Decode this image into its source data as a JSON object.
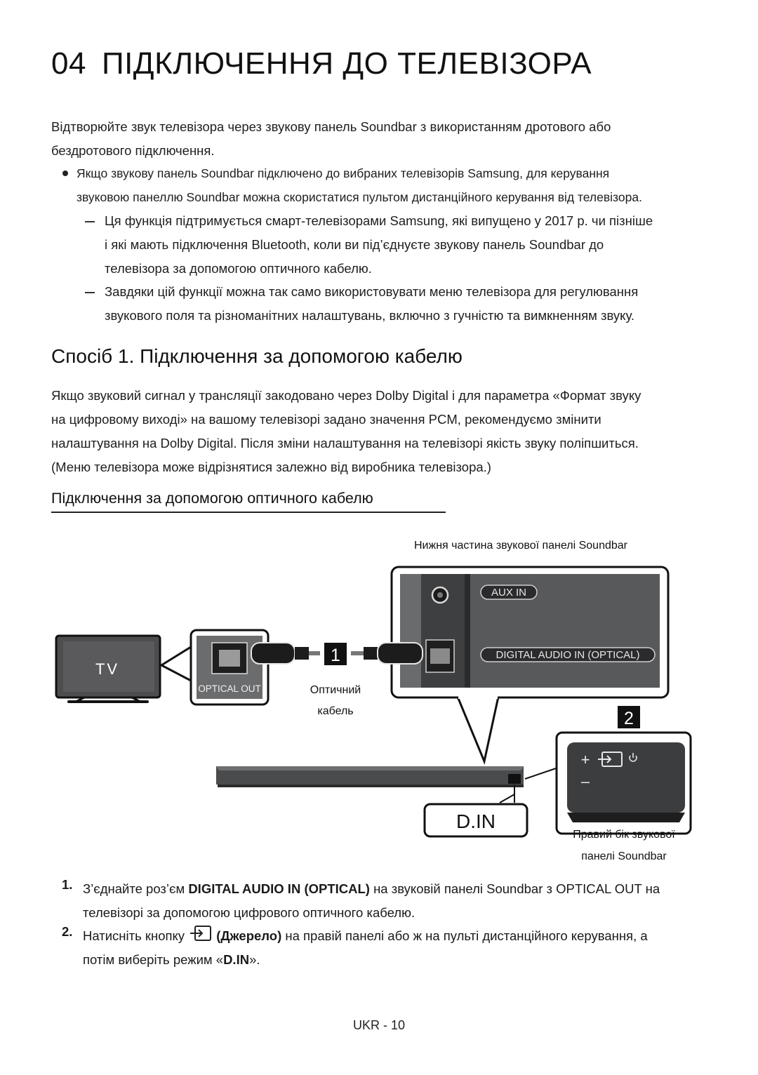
{
  "title": {
    "number": "04",
    "text": "ПІДКЛЮЧЕННЯ ДО ТЕЛЕВІЗОРА"
  },
  "intro": {
    "line1": "Відтворюйте звук телевізора через звукову панель Soundbar з використанням дротового або",
    "line2": "бездротового підключення."
  },
  "bullet": {
    "line1": "Якщо звукову панель Soundbar підключено до вибраних телевізорів Samsung, для керування",
    "line2": "звуковою панеллю Soundbar можна скористатися пультом дистанційного керування від телевізора."
  },
  "subnotes": [
    {
      "line1": "Ця функція підтримується смарт-телевізорами Samsung, які випущено у 2017 р. чи пізніше",
      "line2": "і які мають підключення Bluetooth, коли ви під’єднуєте звукову панель Soundbar до",
      "line3": "телевізора за допомогою оптичного кабелю."
    },
    {
      "line1": "Завдяки цій функції можна так само використовувати меню телевізора для регулювання",
      "line2": "звукового поля та різноманітних налаштувань, включно з гучністю та вимкненням звуку."
    }
  ],
  "method_heading": "Спосіб 1. Підключення за допомогою кабелю",
  "method_text": {
    "line1": "Якщо звуковий сигнал у трансляції закодовано через Dolby Digital і для параметра «Формат звуку",
    "line2": "на цифровому виході» на вашому телевізорі задано значення PCM, рекомендуємо змінити",
    "line3": "налаштування на Dolby Digital. Після зміни налаштування на телевізорі якість звуку поліпшиться.",
    "line4": "(Меню телевізора може відрізнятися залежно від виробника телевізора.)"
  },
  "optical_heading": "Підключення за допомогою оптичного кабелю",
  "diagram": {
    "bottom_label": "Нижня частина звукової панелі Soundbar",
    "aux_in": "AUX IN",
    "digital_audio_in": "DIGITAL AUDIO IN (OPTICAL)",
    "tv_label": "TV",
    "optical_out": "OPTICAL OUT",
    "cable_label_1": "Оптичний",
    "cable_label_2": "кабель",
    "badge_1": "1",
    "badge_2": "2",
    "din_display": "D.IN",
    "right_side_label_1": "Правий бік звукової",
    "right_side_label_2": "панелі Soundbar",
    "plus": "+",
    "minus": "–"
  },
  "steps": [
    {
      "num": "1.",
      "pre": "З’єднайте роз’єм ",
      "bold": "DIGITAL AUDIO IN (OPTICAL)",
      "post": " на звуковій панелі Soundbar з OPTICAL OUT на",
      "line2": "телевізорі за допомогою цифрового оптичного кабелю."
    },
    {
      "num": "2.",
      "pre": "Натисніть кнопку ",
      "bold": "(Джерело)",
      "post": " на правій панелі або ж на пульті дистанційного керування, а",
      "line2_pre": "потім виберіть режим «",
      "line2_mode": "D.IN",
      "line2_post": "»."
    }
  ],
  "footer": "UKR - 10"
}
